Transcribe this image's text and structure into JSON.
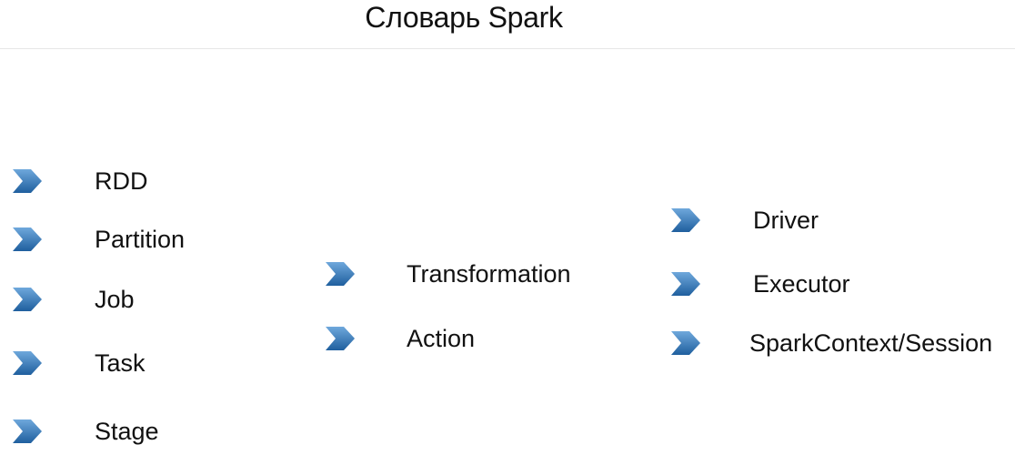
{
  "title": "Словарь Spark",
  "columns": [
    {
      "items": [
        {
          "label": "RDD"
        },
        {
          "label": "Partition"
        },
        {
          "label": "Job"
        },
        {
          "label": "Task"
        },
        {
          "label": "Stage"
        }
      ]
    },
    {
      "items": [
        {
          "label": "Transformation"
        },
        {
          "label": "Action"
        }
      ]
    },
    {
      "items": [
        {
          "label": "Driver"
        },
        {
          "label": "Executor"
        },
        {
          "label": "SparkContext/Session"
        }
      ]
    }
  ],
  "icons": {
    "bullet": "chevron-bullet-icon"
  },
  "colors": {
    "bullet_light": "#5b9bd5",
    "bullet_dark": "#1f5f9e",
    "text": "#111111"
  }
}
